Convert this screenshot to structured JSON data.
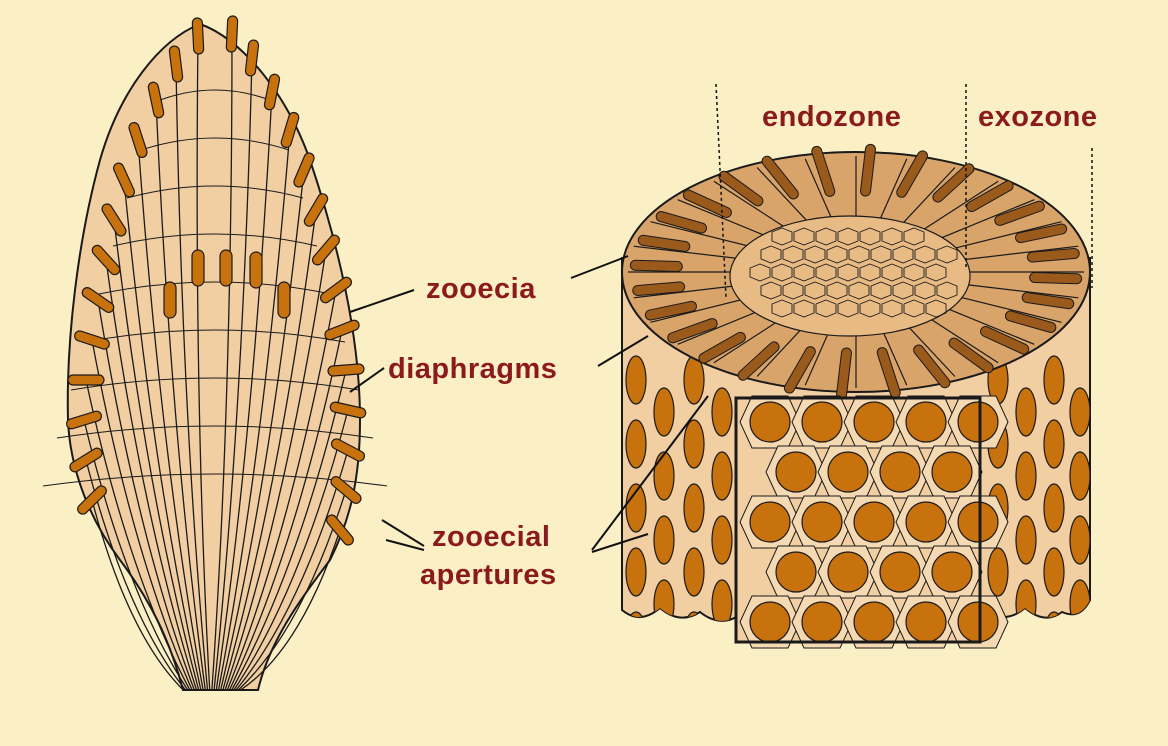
{
  "labels": {
    "zooecia": "zooecia",
    "diaphragms": "diaphragms",
    "zooecial_line1": "zooecial",
    "zooecial_line2": "apertures",
    "endozone": "endozone",
    "exozone": "exozone"
  },
  "colors": {
    "background": "#fbefc6",
    "tissue": "#f1cfa2",
    "top_surface": "#d9a46a",
    "aperture_fill": "#c8720e",
    "label_text": "#8b1a1c",
    "outline": "#1a1a1a"
  }
}
